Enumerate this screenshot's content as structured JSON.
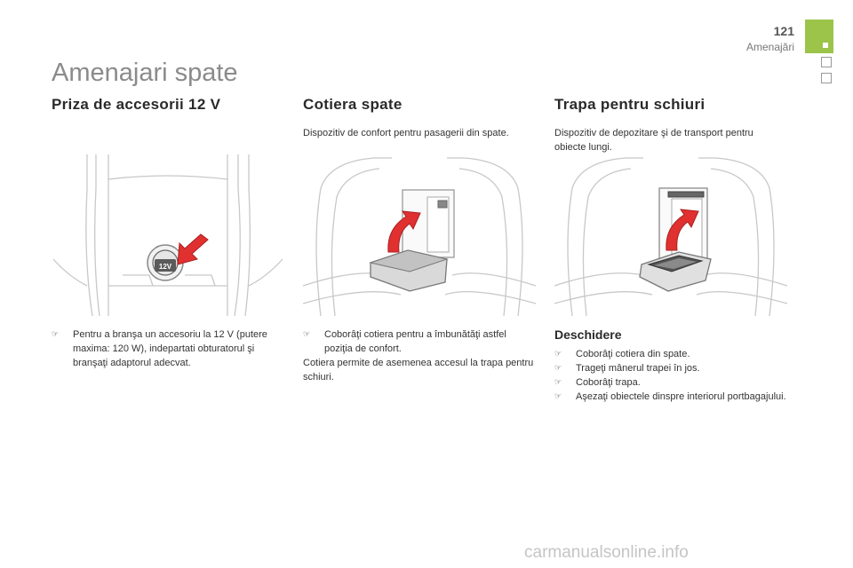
{
  "header": {
    "page_number": "121",
    "chapter": "Amenajări"
  },
  "main_title": "Amenajari spate",
  "sections": {
    "priza": {
      "title": "Priza de accesorii 12 V",
      "socket_label": "12V",
      "bullets": [
        "Pentru a branşa un accesoriu la 12 V (putere maxima: 120 W), indepartati obturatorul şi branşaţi adaptorul adecvat."
      ]
    },
    "cotiera": {
      "title": "Cotiera spate",
      "lead": "Dispozitiv de confort pentru pasagerii din spate.",
      "bullets": [
        "Coborâţi cotiera pentru a îmbunătăţi astfel poziţia de confort."
      ],
      "note": "Cotiera permite de asemenea accesul la trapa pentru schiuri."
    },
    "trapa": {
      "title": "Trapa pentru schiuri",
      "lead": "Dispozitiv de depozitare şi de transport pentru obiecte lungi.",
      "subtitle": "Deschidere",
      "bullets": [
        "Coborâţi cotiera din spate.",
        "Trageţi mânerul trapei în jos.",
        "Coborâţi trapa.",
        "Aşezaţi obiectele dinspre interiorul portbagajului."
      ]
    }
  },
  "bullet_icon": "hand-pointer-icon",
  "colors": {
    "accent_green": "#9cc44a",
    "arrow_red": "#e03030",
    "title_gray": "#8b8b8b"
  },
  "watermark": "carmanualsonline.info"
}
